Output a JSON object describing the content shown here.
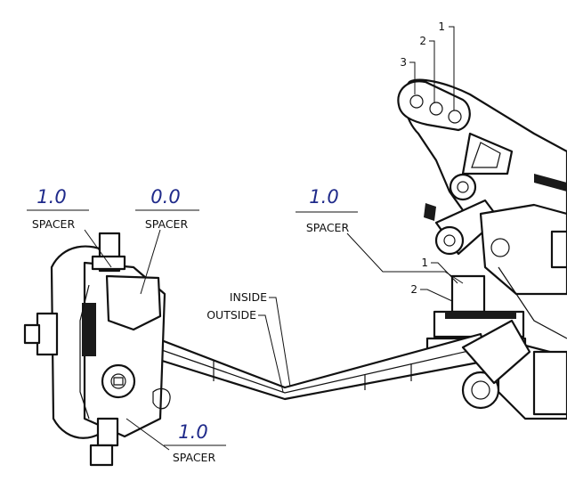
{
  "spacer_callouts": [
    {
      "value": "1.0",
      "label": "SPACER"
    },
    {
      "value": "0.0",
      "label": "SPACER"
    },
    {
      "value": "1.0",
      "label": "SPACER"
    },
    {
      "value": "1.0",
      "label": "SPACER"
    }
  ],
  "tie_rod_labels": {
    "inside": "INSIDE",
    "outside": "OUTSIDE"
  },
  "hole_numbers": {
    "top_1": "1",
    "top_2": "2",
    "top_3": "3",
    "side_1": "1",
    "side_2": "2"
  },
  "colors": {
    "value_text": "#1f2a8a",
    "line": "#111111"
  }
}
